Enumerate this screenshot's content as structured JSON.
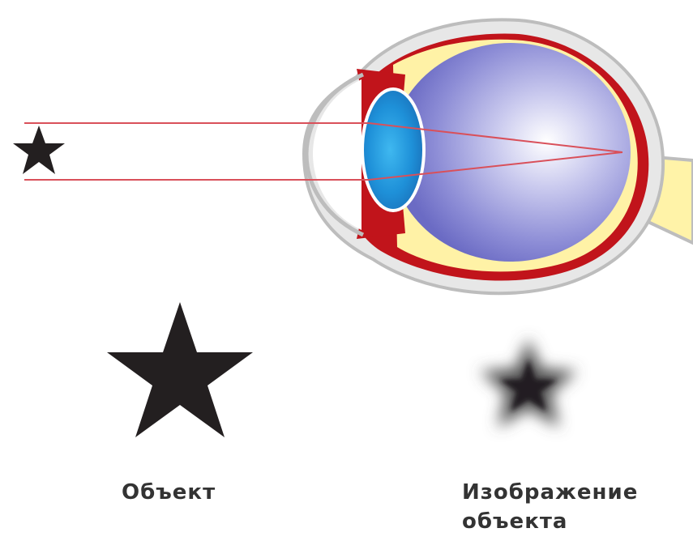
{
  "labels": {
    "object": "Объект",
    "image_line1": "Изображение",
    "image_line2": "объекта"
  },
  "colors": {
    "background": "#ffffff",
    "star": "#231f20",
    "ray": "#d9505a",
    "sclera": "#e7e7e7",
    "choroid": "#c1141b",
    "retina": "#fff2a6",
    "vitreous": "#7f7fcf",
    "lens": "#1e8fd8",
    "optic_nerve": "#fff3a8",
    "caption": "#333333"
  },
  "icons": {
    "small_star": "star-icon",
    "large_star": "star-icon",
    "blurred_star": "blurred-star-icon"
  }
}
